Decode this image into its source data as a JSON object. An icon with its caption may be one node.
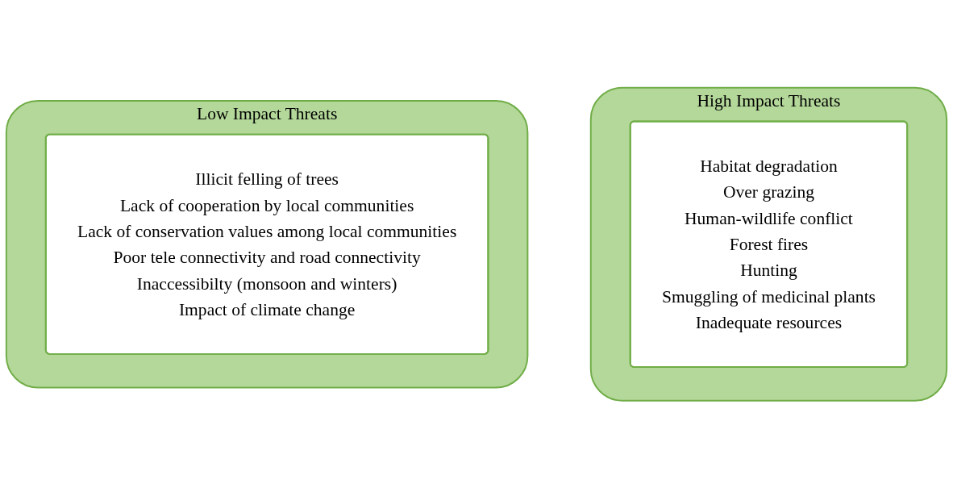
{
  "diagram": {
    "nodes": [
      {
        "text": [
          "High Impact Threats"
        ]
      },
      {
        "text": [
          "Habitat degradation",
          "Over grazing",
          "Human-wildlife conflict",
          "Forest fires",
          "Hunting",
          "Smuggling of medicinal plants",
          "Inadequate resources"
        ],
        "in": 0
      },
      {
        "text": [
          "Low Impact Threats"
        ]
      },
      {
        "text": [
          "Illicit felling of trees",
          "Lack of cooperation by local communities",
          "Lack of conservation values among local communities",
          "Poor tele connectivity and road connectivity",
          "Inaccessibilty (monsoon and winters)",
          "Impact of climate change"
        ],
        "in": 2
      }
    ]
  }
}
